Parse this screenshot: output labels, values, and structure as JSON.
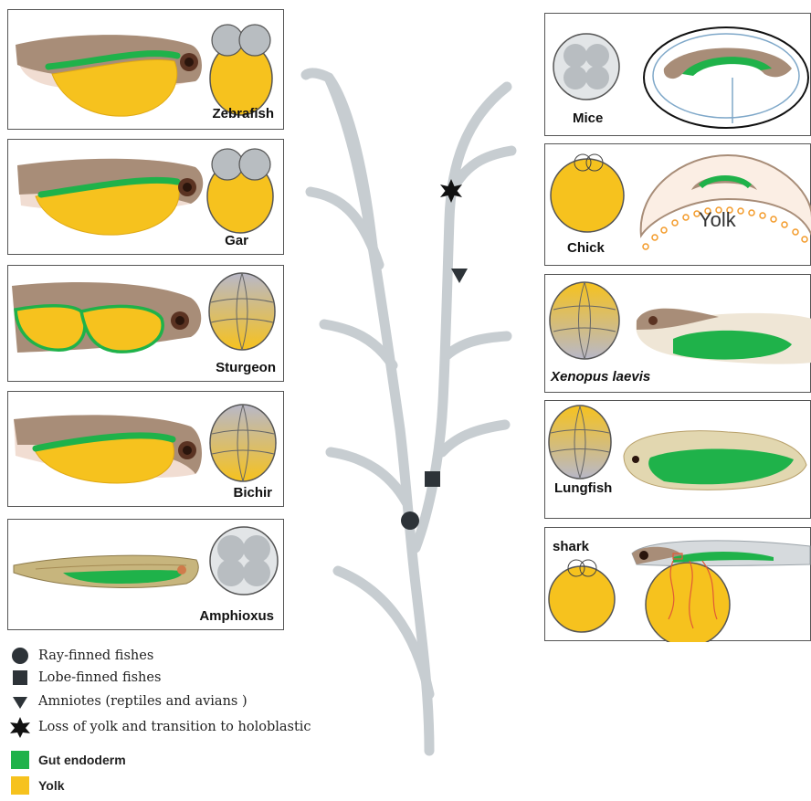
{
  "panels": {
    "zebrafish": "Zebrafish",
    "gar": "Gar",
    "sturgeon": "Sturgeon",
    "bichir": "Bichir",
    "amphioxus": "Amphioxus",
    "mice": "Mice",
    "chick": "Chick",
    "chick_yolk": "Yolk",
    "xenopus": "Xenopus laevis",
    "lungfish": "Lungfish",
    "shark": "shark"
  },
  "legend": {
    "ray_finned": "Ray-finned fishes",
    "lobe_finned": "Lobe-finned fishes",
    "amniotes": "Amniotes (reptiles and avians )",
    "loss_yolk": "Loss of yolk and transition to holoblastic",
    "gut": "Gut endoderm",
    "yolk": "Yolk"
  },
  "colors": {
    "gut": "#1fb24a",
    "yolk": "#f6c21e",
    "tree": "#c7cdd1",
    "marker": "#2d3338",
    "body": "#a88d78"
  },
  "icons": {
    "ray_finned": "circle-icon",
    "lobe_finned": "square-icon",
    "amniotes": "down-triangle-icon",
    "loss_yolk": "star-icon"
  }
}
